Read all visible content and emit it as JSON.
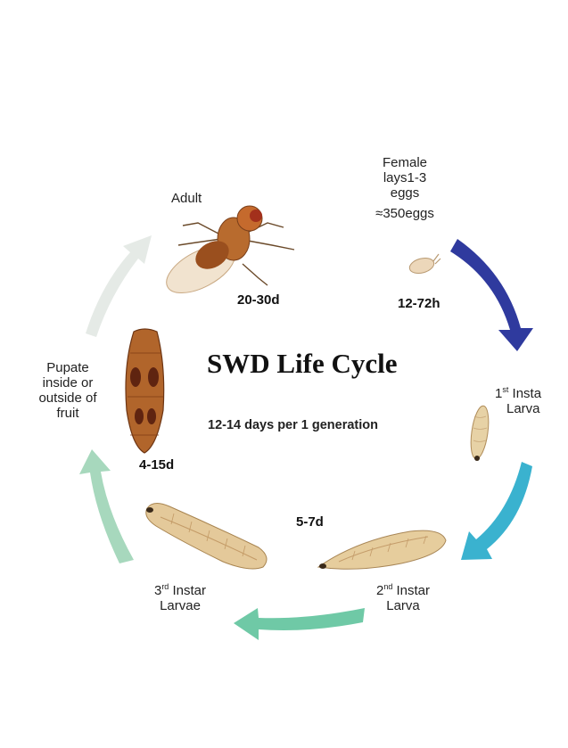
{
  "diagram": {
    "title": "SWD Life Cycle",
    "subtitle": "12-14 days per 1 generation",
    "stages": {
      "adult": {
        "label": "Adult",
        "duration": "20-30d"
      },
      "egg": {
        "label_lines": [
          "Female",
          "lays1-3",
          "eggs",
          "≈350eggs"
        ],
        "duration": "12-72h"
      },
      "first_instar": {
        "ordinal": "1",
        "ordinal_suffix": "st",
        "label_word": "Insta",
        "label_line2": "Larva"
      },
      "second_instar": {
        "ordinal": "2",
        "ordinal_suffix": "nd",
        "label_word": "Instar",
        "label_line2": "Larva",
        "duration": "5-7d"
      },
      "third_instar": {
        "ordinal": "3",
        "ordinal_suffix": "rd",
        "label_word": "Instar",
        "label_line2": "Larvae"
      },
      "pupa": {
        "label_lines": [
          "Pupate",
          "inside or",
          "outside of",
          "fruit"
        ],
        "duration": "4-15d"
      }
    },
    "arrow_colors": {
      "egg_to_first": "#2f3a9e",
      "first_to_second": "#3ab2cf",
      "second_to_third": "#6fc9a6",
      "third_to_pupa": "#a7d8bd",
      "pupa_to_adult": "#e5eae6"
    }
  }
}
